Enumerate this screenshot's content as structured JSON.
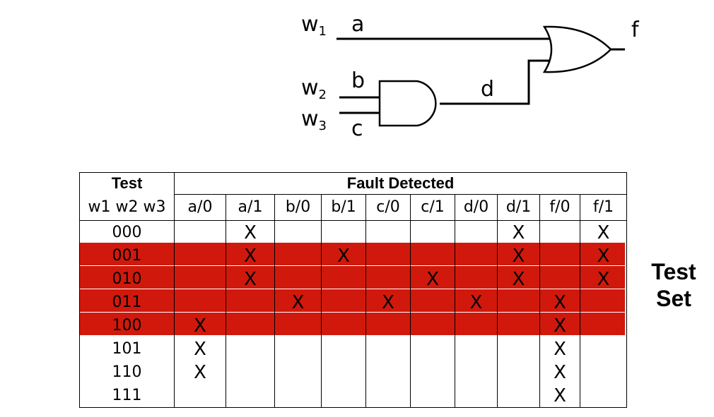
{
  "circuit": {
    "inputs": [
      {
        "name": "w",
        "sub": "1",
        "wire": "a"
      },
      {
        "name": "w",
        "sub": "2",
        "wire": "b"
      },
      {
        "name": "w",
        "sub": "3",
        "wire": "c"
      }
    ],
    "internal": "d",
    "output": "f",
    "gates": [
      "and-gate",
      "or-gate"
    ]
  },
  "table": {
    "header_test": "Test",
    "header_faults": "Fault Detected",
    "header_inputs": "w1 w2 w3",
    "faults": [
      "a/0",
      "a/1",
      "b/0",
      "b/1",
      "c/0",
      "c/1",
      "d/0",
      "d/1",
      "f/0",
      "f/1"
    ],
    "mark": "X",
    "highlight_color": "#d0190c",
    "rows": [
      {
        "test": "000",
        "marks": [
          0,
          1,
          0,
          0,
          0,
          0,
          0,
          1,
          0,
          1
        ],
        "highlighted": false
      },
      {
        "test": "001",
        "marks": [
          0,
          1,
          0,
          1,
          0,
          0,
          0,
          1,
          0,
          1
        ],
        "highlighted": true
      },
      {
        "test": "010",
        "marks": [
          0,
          1,
          0,
          0,
          0,
          1,
          0,
          1,
          0,
          1
        ],
        "highlighted": true
      },
      {
        "test": "011",
        "marks": [
          0,
          0,
          1,
          0,
          1,
          0,
          1,
          0,
          1,
          0
        ],
        "highlighted": true
      },
      {
        "test": "100",
        "marks": [
          1,
          0,
          0,
          0,
          0,
          0,
          0,
          0,
          1,
          0
        ],
        "highlighted": true
      },
      {
        "test": "101",
        "marks": [
          1,
          0,
          0,
          0,
          0,
          0,
          0,
          0,
          1,
          0
        ],
        "highlighted": false
      },
      {
        "test": "110",
        "marks": [
          1,
          0,
          0,
          0,
          0,
          0,
          0,
          0,
          1,
          0
        ],
        "highlighted": false
      },
      {
        "test": "111",
        "marks": [
          0,
          0,
          0,
          0,
          0,
          0,
          0,
          0,
          1,
          0
        ],
        "highlighted": false
      }
    ]
  },
  "test_set_label_line1": "Test",
  "test_set_label_line2": "Set"
}
